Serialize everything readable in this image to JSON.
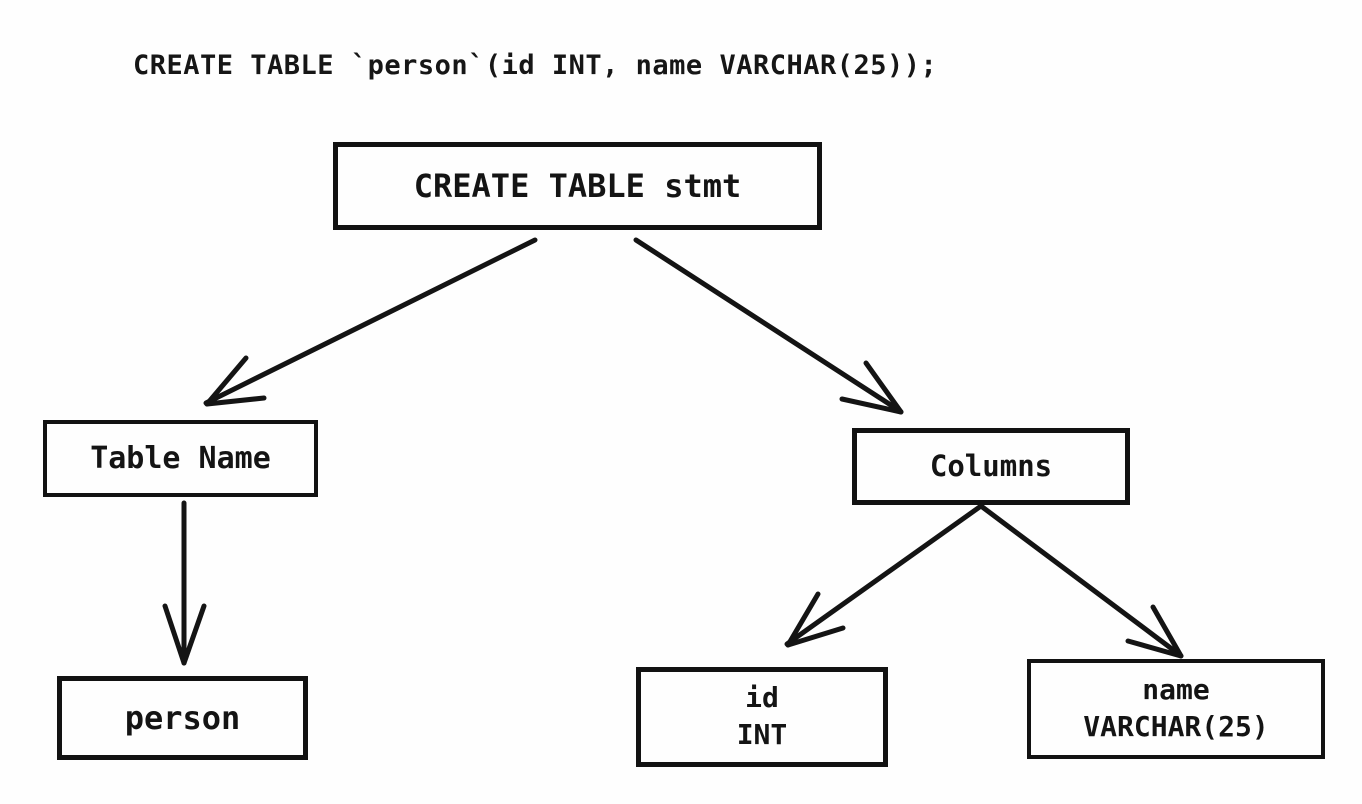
{
  "sql_statement": "CREATE TABLE `person`(id INT, name VARCHAR(25));",
  "tree": {
    "root": {
      "label": "CREATE TABLE stmt",
      "children": [
        "table_name",
        "columns"
      ]
    },
    "table_name": {
      "label": "Table Name",
      "children": [
        "person"
      ]
    },
    "columns": {
      "label": "Columns",
      "children": [
        "col_id",
        "col_name"
      ]
    },
    "person": {
      "label": "person",
      "children": []
    },
    "col_id": {
      "lines": [
        "id",
        "INT"
      ],
      "children": []
    },
    "col_name": {
      "lines": [
        "name",
        "VARCHAR(25)"
      ],
      "children": []
    }
  },
  "edges": [
    {
      "from": "root",
      "to": "table_name"
    },
    {
      "from": "root",
      "to": "columns"
    },
    {
      "from": "table_name",
      "to": "person"
    },
    {
      "from": "columns",
      "to": "col_id"
    },
    {
      "from": "columns",
      "to": "col_name"
    }
  ],
  "colors": {
    "ink": "#141414",
    "background": "#fefefe"
  }
}
